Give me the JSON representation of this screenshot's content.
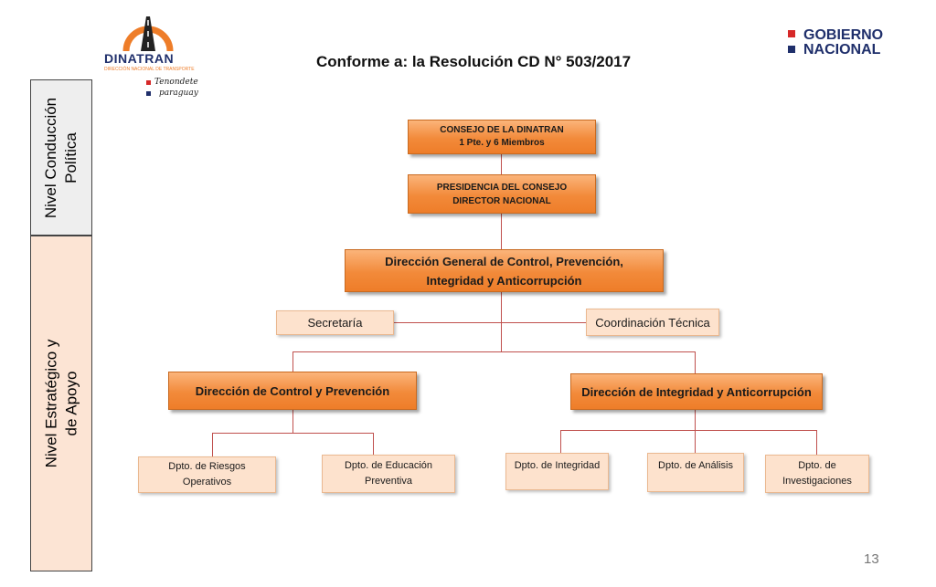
{
  "title": "Conforme a: la Resolución CD N° 503/2017",
  "page_number": "13",
  "logo_left": {
    "name": "DINATRAN",
    "subtitle": "DIRECCIÓN NACIONAL DE TRANSPORTE",
    "tagline_1": "Tenondete",
    "tagline_2": "paraguay"
  },
  "logo_right": {
    "line1": "GOBIERNO",
    "line2": "NACIONAL",
    "colors": {
      "red": "#d62828",
      "blue": "#1f2f6b"
    }
  },
  "levels": {
    "top": {
      "line1": "Nivel Conducción",
      "line2": "Política"
    },
    "bottom": {
      "line1": "Nivel Estratégico y",
      "line2": "de Apoyo"
    }
  },
  "org": {
    "consejo": {
      "line1": "CONSEJO DE LA DINATRAN",
      "line2": "1 Pte. y 6 Miembros"
    },
    "presidencia": {
      "line1": "PRESIDENCIA DEL CONSEJO",
      "line2": "DIRECTOR NACIONAL"
    },
    "direccion_general": {
      "line1": "Dirección General de Control, Prevención,",
      "line2": "Integridad y Anticorrupción"
    },
    "secretaria": "Secretaría",
    "coordinacion": "Coordinación Técnica",
    "dir_control": "Dirección de Control y Prevención",
    "dir_integridad": "Dirección de Integridad y Anticorrupción",
    "dpto_riesgos": {
      "line1": "Dpto. de Riesgos",
      "line2": "Operativos"
    },
    "dpto_educacion": {
      "line1": "Dpto. de Educación",
      "line2": "Preventiva"
    },
    "dpto_integridad": "Dpto. de Integridad",
    "dpto_analisis": "Dpto. de Análisis",
    "dpto_investigaciones": {
      "line1": "Dpto. de",
      "line2": "Investigaciones"
    }
  },
  "colors": {
    "accent_orange": "#ee7d29",
    "light_orange": "#fde2cd",
    "connector": "#c0504d"
  }
}
